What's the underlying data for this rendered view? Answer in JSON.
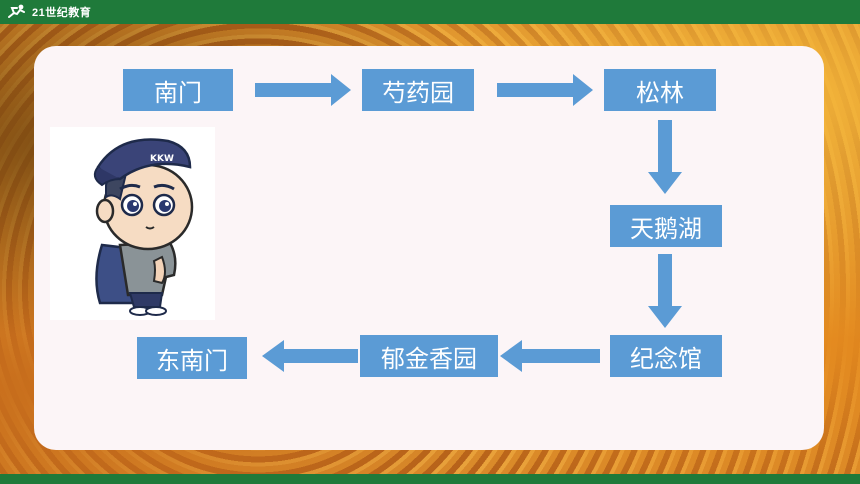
{
  "header": {
    "logo_text": "21世纪教育",
    "bar_color": "#1f7a3a"
  },
  "diagram": {
    "node_color": "#5b9bd5",
    "arrow_color": "#5b9bd5",
    "nodes": {
      "south_gate": "南门",
      "peony_garden": "芍药园",
      "pine_forest": "松林",
      "swan_lake": "天鹅湖",
      "memorial_hall": "纪念馆",
      "tulip_garden": "郁金香园",
      "southeast_gate": "东南门"
    }
  },
  "illustration": {
    "cap_text": "KKW"
  }
}
